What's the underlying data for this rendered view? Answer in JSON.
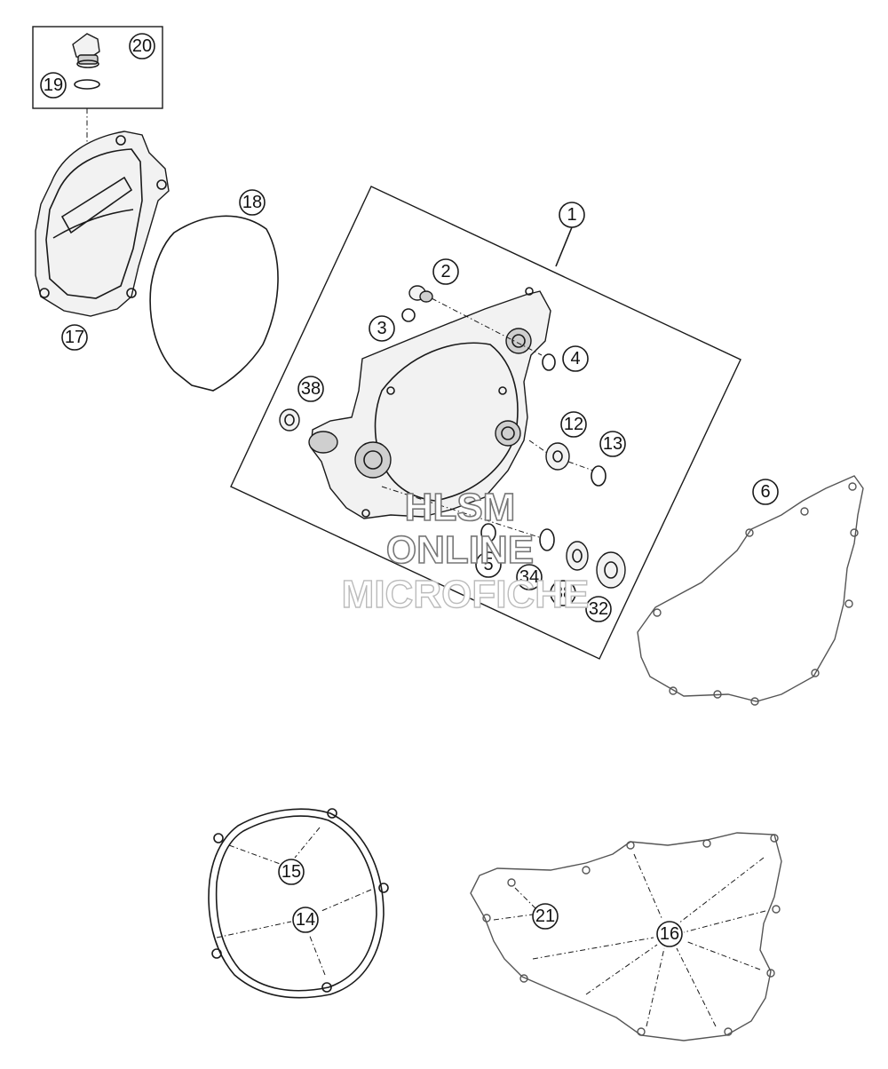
{
  "callouts": [
    {
      "id": "c1",
      "label": "1"
    },
    {
      "id": "c2",
      "label": "2"
    },
    {
      "id": "c3",
      "label": "3"
    },
    {
      "id": "c4",
      "label": "4"
    },
    {
      "id": "c5",
      "label": "5"
    },
    {
      "id": "c6",
      "label": "6"
    },
    {
      "id": "c12",
      "label": "12"
    },
    {
      "id": "c13",
      "label": "13"
    },
    {
      "id": "c14",
      "label": "14"
    },
    {
      "id": "c15",
      "label": "15"
    },
    {
      "id": "c16",
      "label": "16"
    },
    {
      "id": "c17",
      "label": "17"
    },
    {
      "id": "c18",
      "label": "18"
    },
    {
      "id": "c19",
      "label": "19"
    },
    {
      "id": "c20",
      "label": "20"
    },
    {
      "id": "c21",
      "label": "21"
    },
    {
      "id": "c32",
      "label": "32"
    },
    {
      "id": "c34",
      "label": "34"
    },
    {
      "id": "c38a",
      "label": "38"
    },
    {
      "id": "c38b",
      "label": "38"
    }
  ],
  "watermark": {
    "line1": "HLSM",
    "line2": "ONLINE",
    "line3": "MICROFICHE"
  }
}
